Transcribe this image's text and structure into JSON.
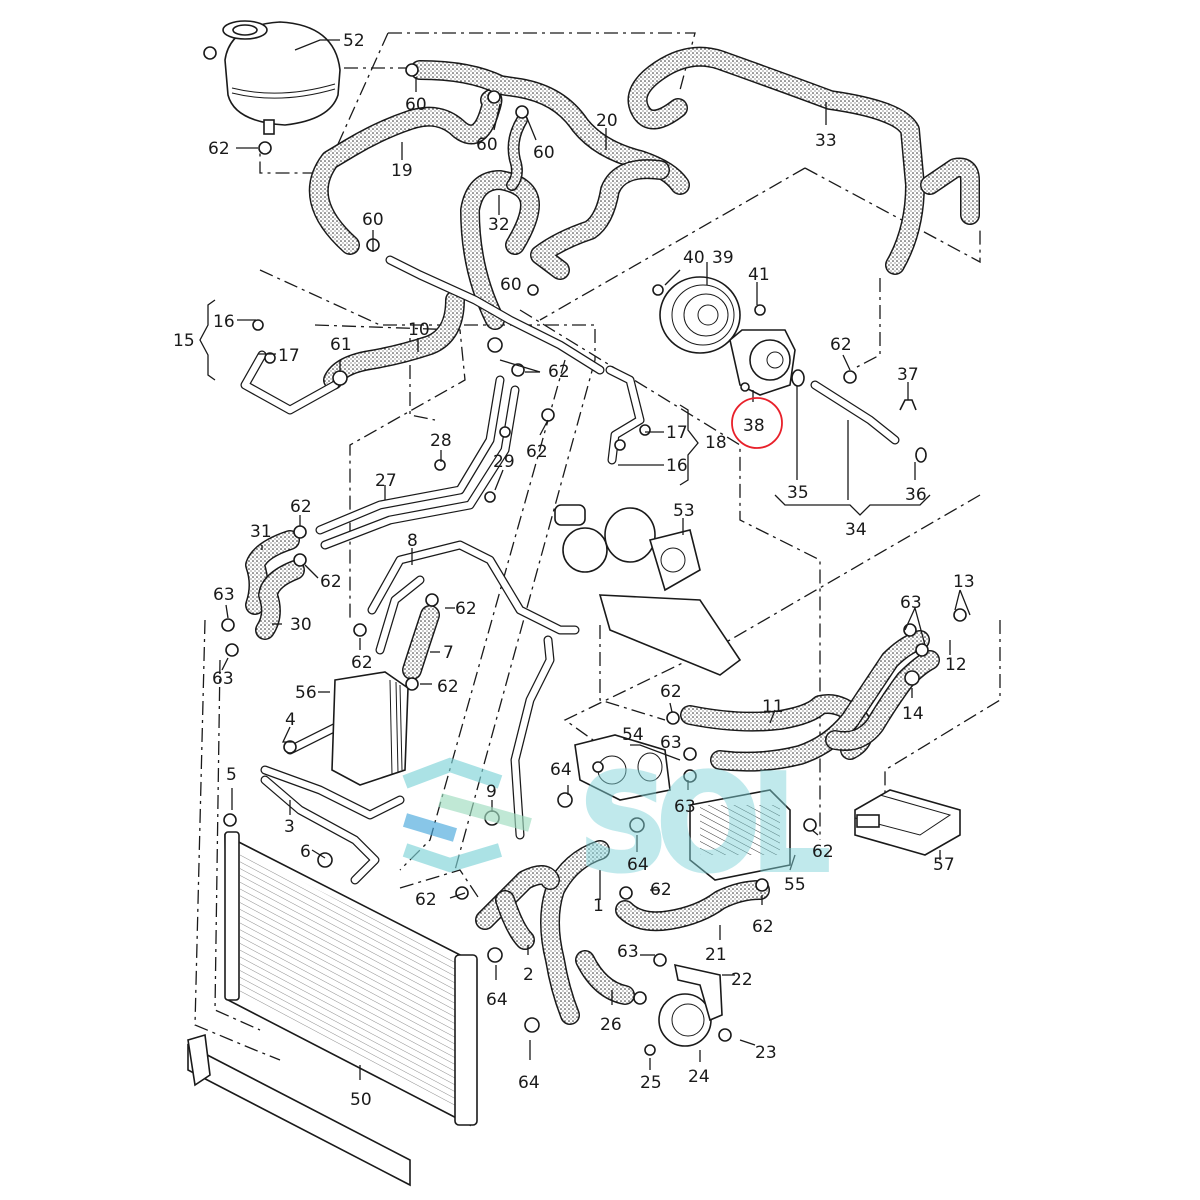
{
  "diagram": {
    "title": "Engine cooling system exploded parts diagram",
    "highlight": {
      "part": "38",
      "color": "#e8202a"
    },
    "watermark": {
      "text": "SOL",
      "color": "#7fd3d8",
      "accent_colors": [
        "#9fdcc0",
        "#4aa8dc"
      ]
    },
    "labels": {
      "l52": "52",
      "l60a": "60",
      "l60b": "60",
      "l60c": "60",
      "l60d": "60",
      "l60e": "60",
      "l62a": "62",
      "l19": "19",
      "l20": "20",
      "l32": "32",
      "l33": "33",
      "l40": "40",
      "l39": "39",
      "l41": "41",
      "l62b": "62",
      "l37": "37",
      "l38": "38",
      "l35": "35",
      "l34": "34",
      "l36": "36",
      "l15": "15",
      "l16a": "16",
      "l17a": "17",
      "l61": "61",
      "l10": "10",
      "l62c": "62",
      "l28": "28",
      "l29": "29",
      "l62d": "62",
      "l27": "27",
      "l17b": "17",
      "l18": "18",
      "l16b": "16",
      "l53": "53",
      "l62e": "62",
      "l31": "31",
      "l62f": "62",
      "l63a": "63",
      "l30": "30",
      "l63b": "63",
      "l8": "8",
      "l62g": "62",
      "l62h": "62",
      "l7": "7",
      "l62i": "62",
      "l56": "56",
      "l4": "4",
      "l5": "5",
      "l3": "3",
      "l6": "6",
      "l9": "9",
      "l62j": "62",
      "l54": "54",
      "l63c": "63",
      "l64a": "64",
      "l63d": "63",
      "l11": "11",
      "l64b": "64",
      "l62k": "62",
      "l55": "55",
      "l63e": "63",
      "l13": "13",
      "l12": "12",
      "l14": "14",
      "l57": "57",
      "l62l": "62",
      "l1": "1",
      "l62m": "62",
      "l62n": "62",
      "l21": "21",
      "l2": "2",
      "l64c": "64",
      "l63f": "63",
      "l22": "22",
      "l26": "26",
      "l23": "23",
      "l24": "24",
      "l25": "25",
      "l64d": "64",
      "l50": "50"
    }
  }
}
